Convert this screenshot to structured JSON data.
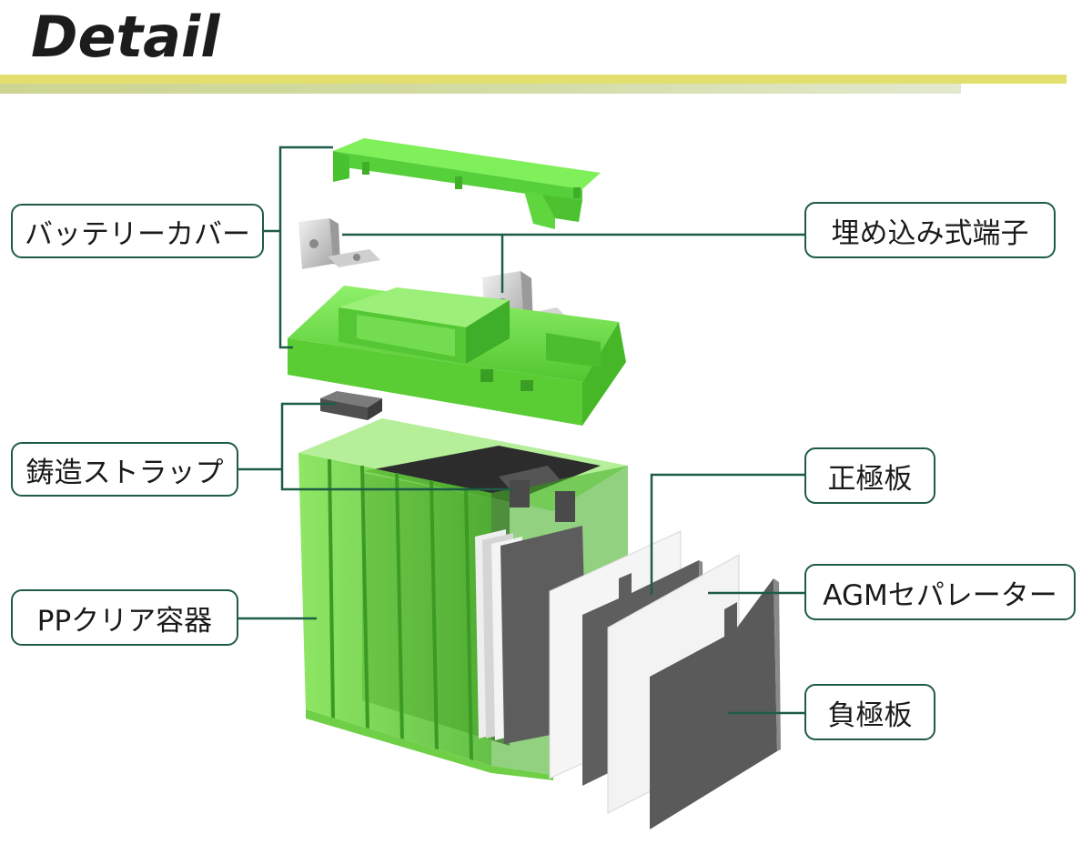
{
  "page": {
    "title": "Detail"
  },
  "labels": {
    "battery_cover": "バッテリーカバー",
    "embedded_terminal": "埋め込み式端子",
    "cast_strap": "鋳造ストラップ",
    "positive_plate": "正極板",
    "agm_separator": "AGMセパレーター",
    "pp_clear_case": "PPクリア容器",
    "negative_plate": "負極板"
  },
  "colors": {
    "accent_green": "#1e5c45",
    "case_green": "#78e34a",
    "cover_green": "#6ee84a",
    "title_rule_yellow": "#e3df6e",
    "plate_gray": "#5f5f5f"
  }
}
